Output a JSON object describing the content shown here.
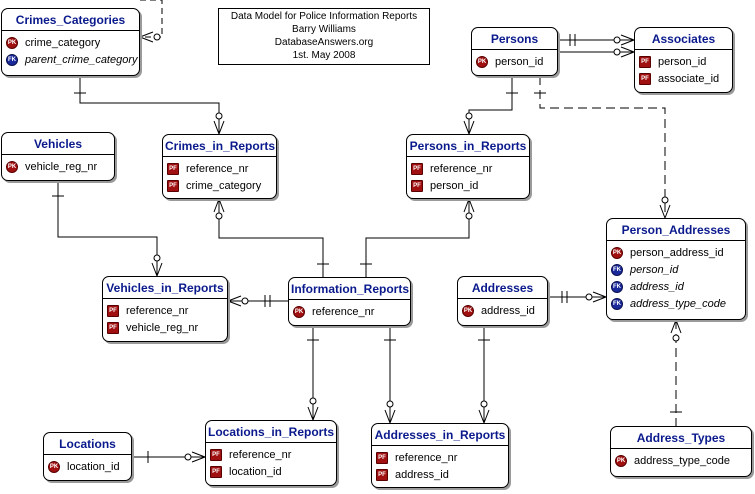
{
  "info": {
    "title": "Data Model for Police Information Reports",
    "author": "Barry Williams",
    "site": "DatabaseAnswers.org",
    "date": "1st. May 2008"
  },
  "badges": {
    "pk": "PK",
    "pf": "PF",
    "fk": "FK"
  },
  "entities": {
    "crimes_categories": {
      "title": "Crimes_Categories",
      "attrs": [
        {
          "key": "pk",
          "name": "crime_category"
        },
        {
          "key": "fk",
          "name": "parent_crime_category"
        }
      ]
    },
    "persons": {
      "title": "Persons",
      "attrs": [
        {
          "key": "pk",
          "name": "person_id"
        }
      ]
    },
    "associates": {
      "title": "Associates",
      "attrs": [
        {
          "key": "pf",
          "name": "person_id"
        },
        {
          "key": "pf",
          "name": "associate_id"
        }
      ]
    },
    "vehicles": {
      "title": "Vehicles",
      "attrs": [
        {
          "key": "pk",
          "name": "vehicle_reg_nr"
        }
      ]
    },
    "crimes_in_reports": {
      "title": "Crimes_in_Reports",
      "attrs": [
        {
          "key": "pf",
          "name": "reference_nr"
        },
        {
          "key": "pf",
          "name": "crime_category"
        }
      ]
    },
    "persons_in_reports": {
      "title": "Persons_in_Reports",
      "attrs": [
        {
          "key": "pf",
          "name": "reference_nr"
        },
        {
          "key": "pf",
          "name": "person_id"
        }
      ]
    },
    "person_addresses": {
      "title": "Person_Addresses",
      "attrs": [
        {
          "key": "pk",
          "name": "person_address_id"
        },
        {
          "key": "fk",
          "name": "person_id"
        },
        {
          "key": "fk",
          "name": "address_id"
        },
        {
          "key": "fk",
          "name": "address_type_code"
        }
      ]
    },
    "vehicles_in_reports": {
      "title": "Vehicles_in_Reports",
      "attrs": [
        {
          "key": "pf",
          "name": "reference_nr"
        },
        {
          "key": "pf",
          "name": "vehicle_reg_nr"
        }
      ]
    },
    "information_reports": {
      "title": "Information_Reports",
      "attrs": [
        {
          "key": "pk",
          "name": "reference_nr"
        }
      ]
    },
    "addresses": {
      "title": "Addresses",
      "attrs": [
        {
          "key": "pk",
          "name": "address_id"
        }
      ]
    },
    "locations": {
      "title": "Locations",
      "attrs": [
        {
          "key": "pk",
          "name": "location_id"
        }
      ]
    },
    "locations_in_reports": {
      "title": "Locations_in_Reports",
      "attrs": [
        {
          "key": "pf",
          "name": "reference_nr"
        },
        {
          "key": "pf",
          "name": "location_id"
        }
      ]
    },
    "addresses_in_reports": {
      "title": "Addresses_in_Reports",
      "attrs": [
        {
          "key": "pf",
          "name": "reference_nr"
        },
        {
          "key": "pf",
          "name": "address_id"
        }
      ]
    },
    "address_types": {
      "title": "Address_Types",
      "attrs": [
        {
          "key": "pk",
          "name": "address_type_code"
        }
      ]
    }
  }
}
